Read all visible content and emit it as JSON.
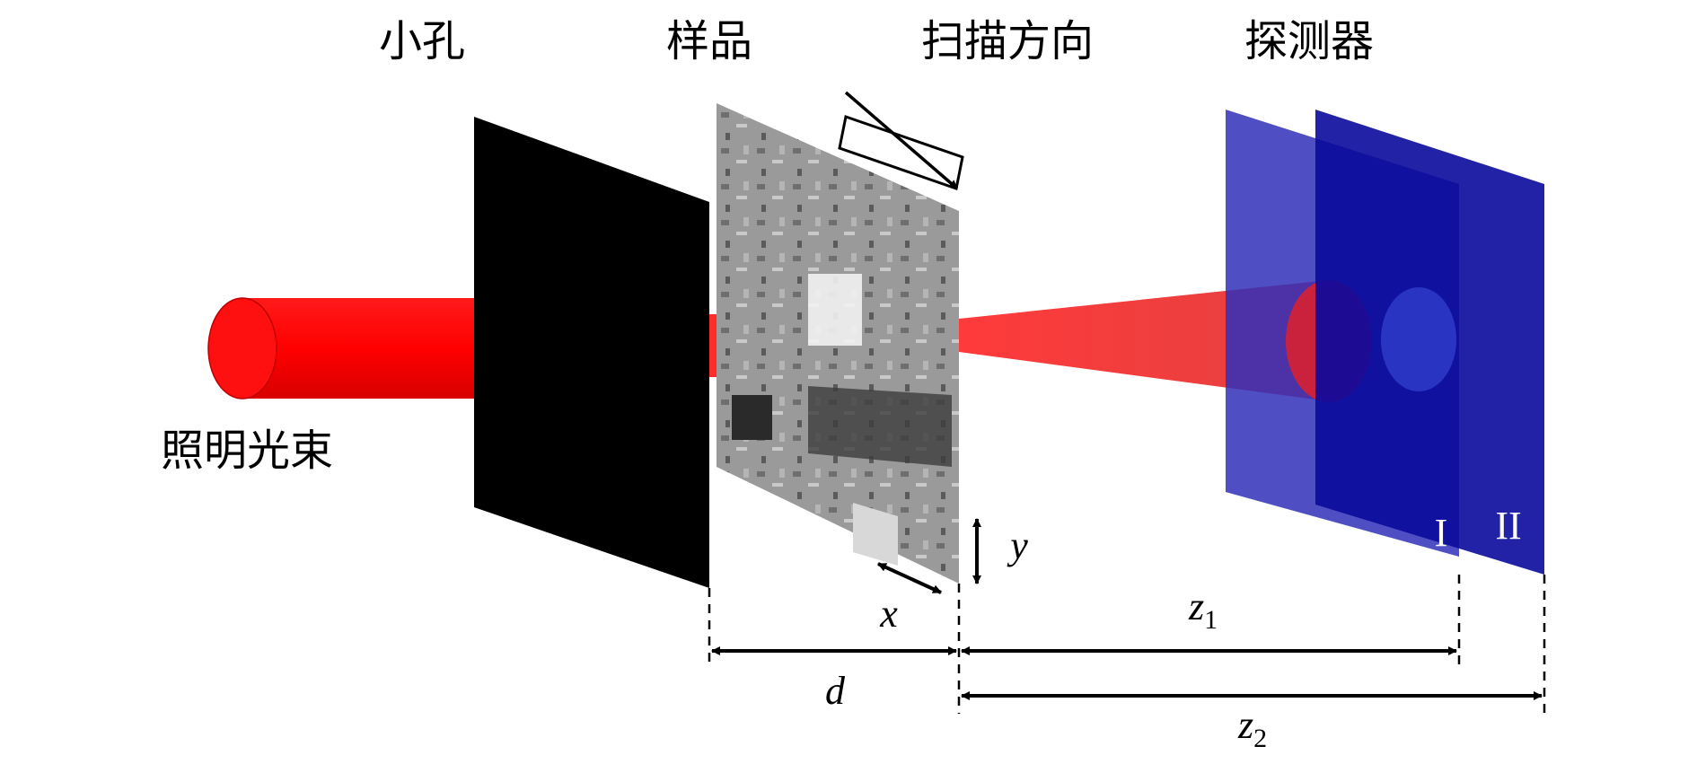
{
  "labels": {
    "pinhole": "小孔",
    "sample": "样品",
    "scan_direction": "扫描方向",
    "detector": "探测器",
    "beam": "照明光束"
  },
  "math": {
    "x": "x",
    "y": "y",
    "d": "d",
    "z1_base": "z",
    "z1_sub": "1",
    "z2_base": "z",
    "z2_sub": "2"
  },
  "detector_planes": {
    "plane1": "I",
    "plane2": "II"
  },
  "colors": {
    "beam": "#ff0000",
    "pinhole": "#000000",
    "detector": "#1a1aa8",
    "sample_bg": "#8a8a8a"
  }
}
